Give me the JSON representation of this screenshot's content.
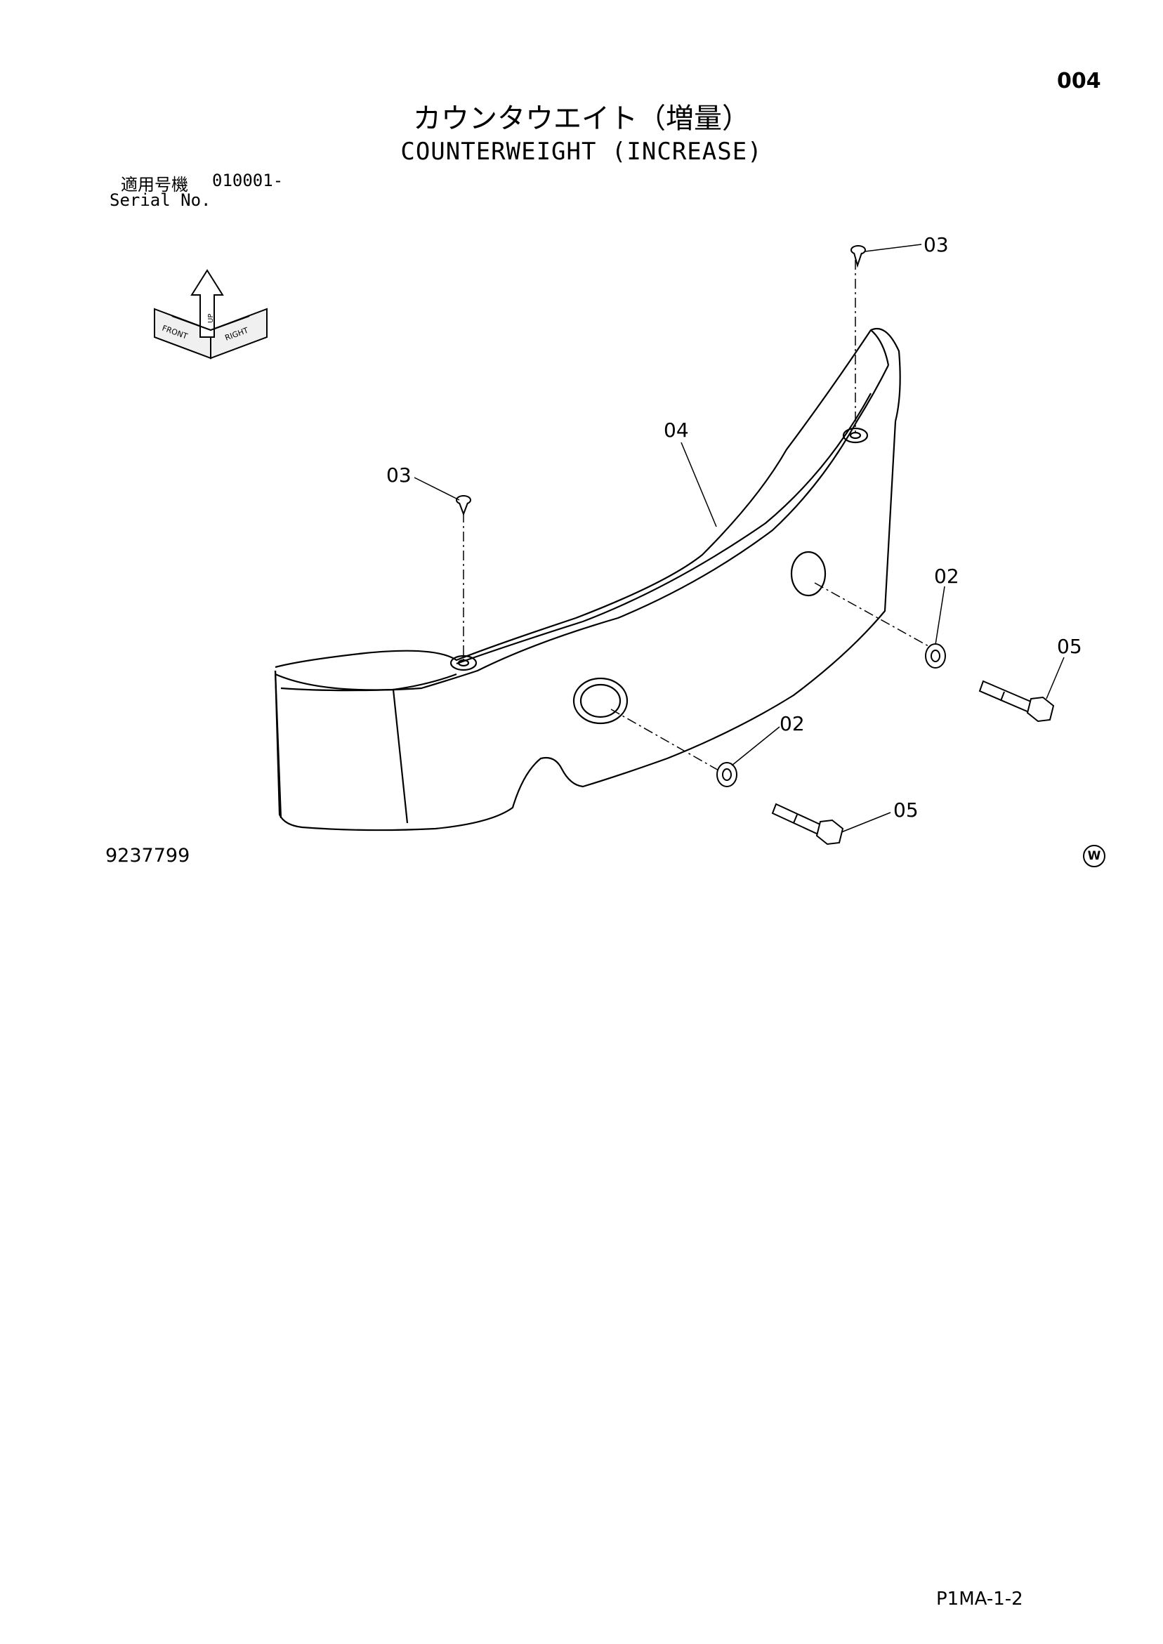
{
  "page": {
    "number": "004",
    "title_jp": "カウンタウエイト（増量）",
    "title_en": "COUNTERWEIGHT (INCREASE)",
    "serial_label_jp": "適用号機",
    "serial_value": "010001-",
    "serial_label_en": "Serial No.",
    "drawing_number": "9237799",
    "watermark_symbol": "W",
    "footer_code": "P1MA-1-2"
  },
  "orientation_icon": {
    "labels": [
      "FRONT",
      "RIGHT",
      "UP"
    ]
  },
  "callouts": [
    "03",
    "04",
    "03",
    "02",
    "05",
    "02",
    "05"
  ]
}
